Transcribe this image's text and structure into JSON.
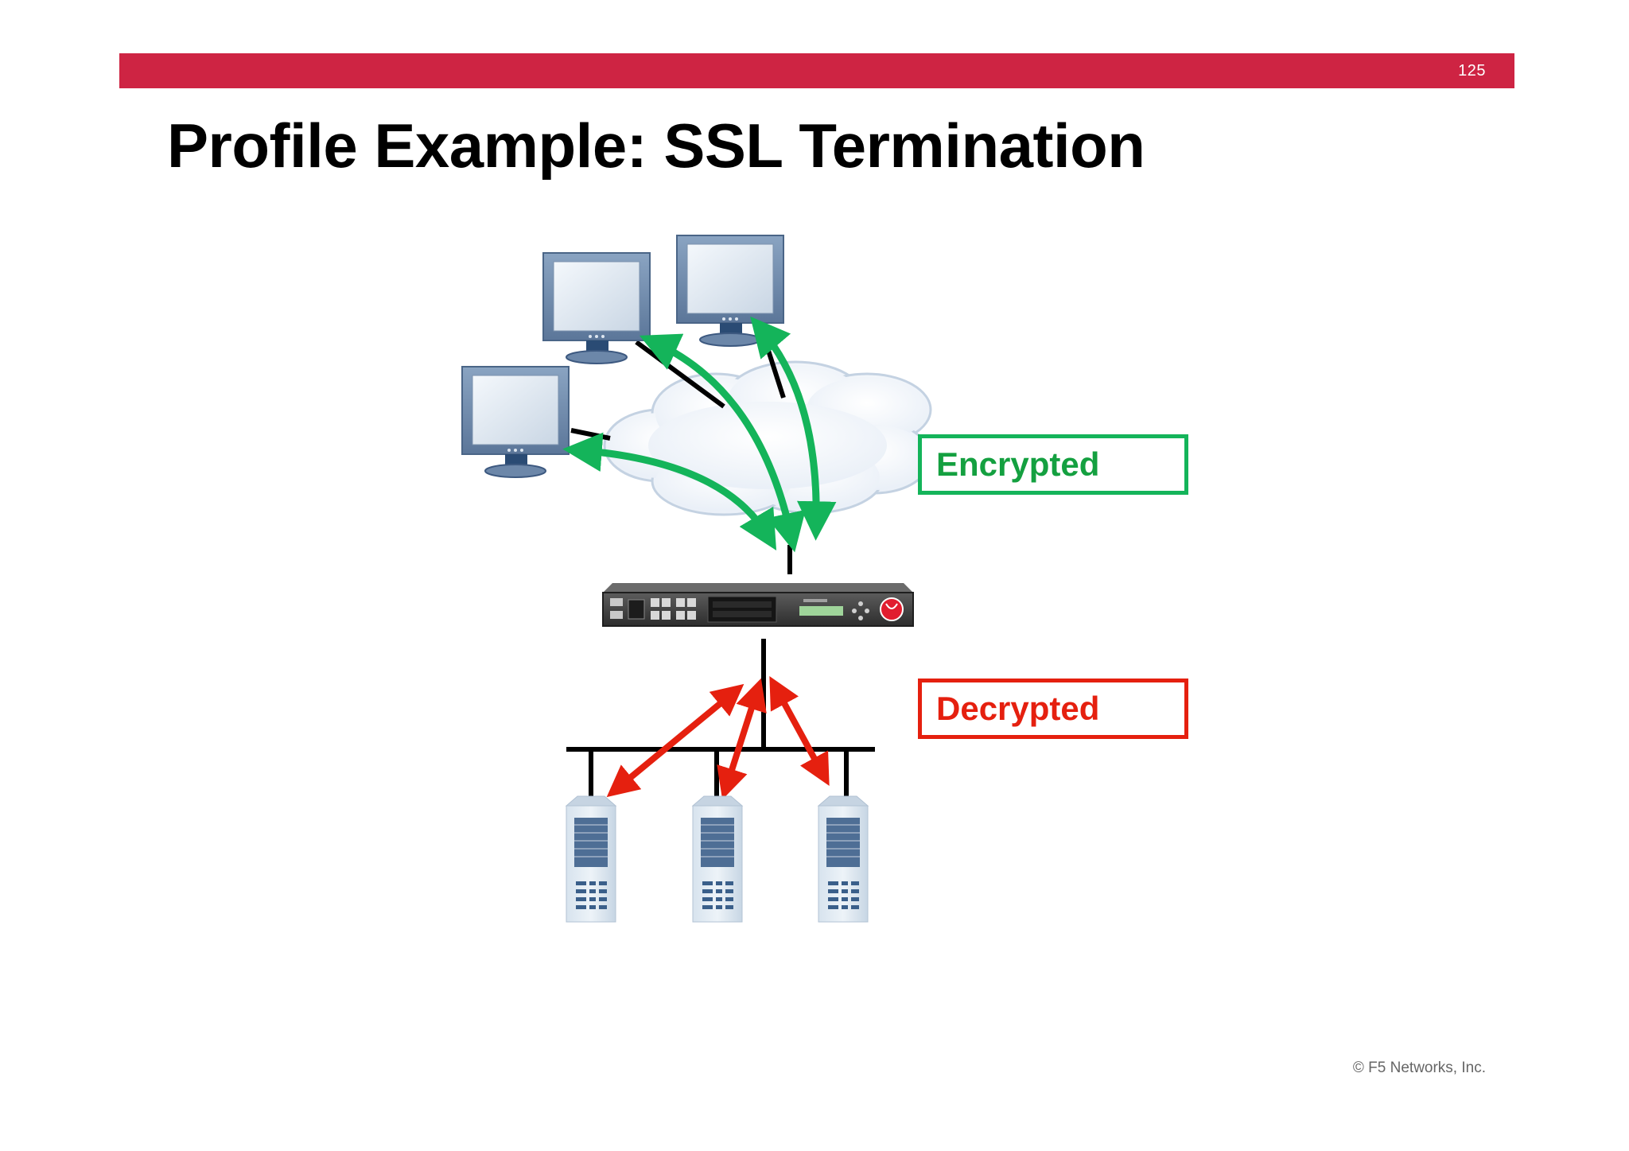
{
  "header": {
    "slide_number": "125"
  },
  "slide": {
    "title": "Profile Example:  SSL Termination"
  },
  "labels": {
    "encrypted": "Encrypted",
    "decrypted": "Decrypted"
  },
  "footer": {
    "copyright": "© F5 Networks, Inc."
  },
  "colors": {
    "accent_bar": "#ce2443",
    "encrypted": "#14b45a",
    "decrypted": "#e5200f"
  },
  "icons": [
    "monitor-icon",
    "cloud-icon",
    "f5-appliance-icon",
    "server-icon"
  ]
}
